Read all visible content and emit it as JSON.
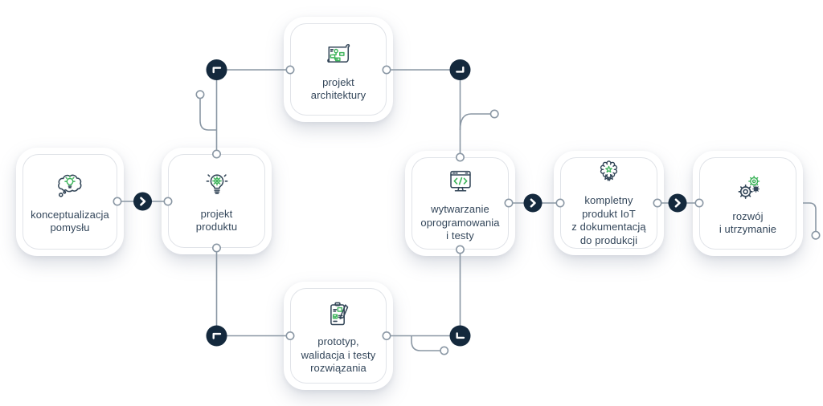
{
  "title": "IoT product development process flow",
  "colors": {
    "navy": "#14293d",
    "icon_stroke": "#334658",
    "green": "#3fb45c",
    "line": "#8a97a4",
    "card_border": "#e0e3e8",
    "text": "#33465a",
    "background": "#ffffff"
  },
  "steps": [
    {
      "label": "konceptualizacja\npomysłu",
      "icon": "idea-cloud-icon"
    },
    {
      "label": "projekt\nproduktu",
      "icon": "bulb-gear-icon"
    },
    {
      "label": "projekt\narchitektury",
      "icon": "architecture-plan-icon"
    },
    {
      "label": "prototyp,\nwalidacja i testy\nrozwiązania",
      "icon": "prototype-checklist-icon"
    },
    {
      "label": "wytwarzanie\noprogramowania\ni testy",
      "icon": "software-monitor-icon"
    },
    {
      "label": "kompletny\nprodukt IoT\nz dokumentacją\ndo produkcji",
      "icon": "award-badge-icon"
    },
    {
      "label": "rozwój\ni utrzymanie",
      "icon": "gears-icon"
    }
  ],
  "flow_nodes": {
    "arrow_glyph": "chevron-right",
    "corner_glyphs": [
      "turn-top-left",
      "turn-top-right",
      "turn-bottom-left",
      "turn-bottom-right"
    ]
  }
}
